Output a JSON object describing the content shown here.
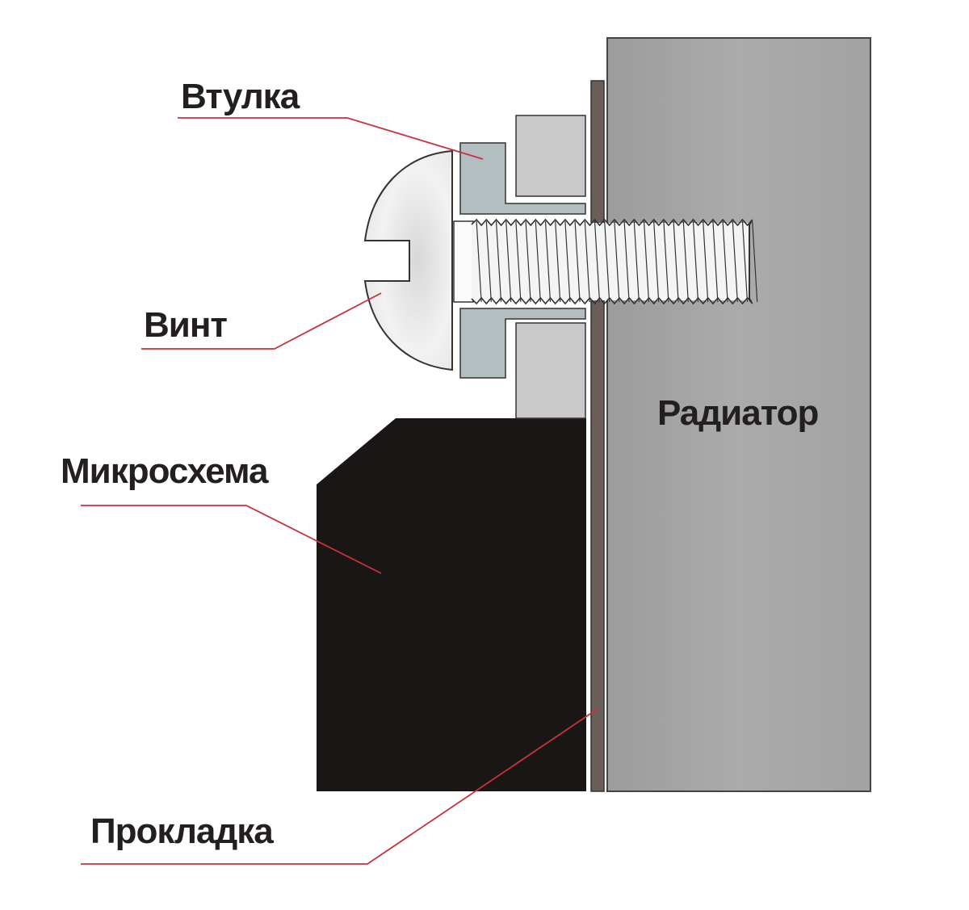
{
  "labels": {
    "bushing": "Втулка",
    "screw": "Винт",
    "chip": "Микросхема",
    "radiator": "Радиатор",
    "gasket": "Прокладка"
  },
  "colors": {
    "leader_line": "#c8323c",
    "radiator": "#a6a6a6",
    "gasket": "#6b5d57",
    "chip": "#1b1616",
    "spacer": "#c9c9c9",
    "bushing": "#b3bec0",
    "outline": "#2a2a2a"
  }
}
